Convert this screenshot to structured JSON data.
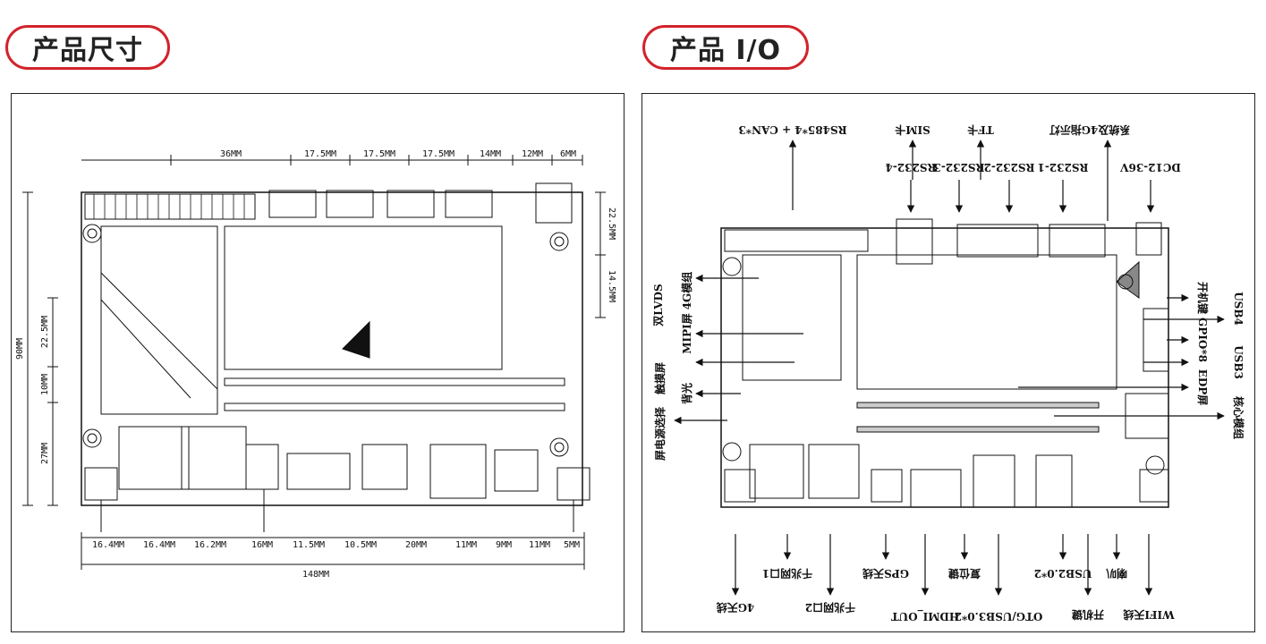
{
  "headers": {
    "left": "产品尺寸",
    "right": "产品 I/O"
  },
  "dimensions": {
    "top": [
      "36MM",
      "17.5MM",
      "17.5MM",
      "17.5MM",
      "14MM",
      "12MM",
      "6MM"
    ],
    "right": [
      "22.5MM",
      "14.5MM"
    ],
    "left_total": "90MM",
    "left": [
      "22.5MM",
      "10MM",
      "27MM"
    ],
    "bottom": [
      "16.4MM",
      "16.4MM",
      "16.2MM",
      "16MM",
      "11.5MM",
      "10.5MM",
      "20MM",
      "11MM",
      "9MM",
      "11MM",
      "5MM"
    ],
    "bottom_total": "148MM"
  },
  "io_labels": {
    "top": [
      "RS485*4 + CAN*3",
      "SIM卡",
      "TF卡",
      "系统及4G指示灯"
    ],
    "top_row2": [
      "RS232-4",
      "RS232-3",
      "RS232-2",
      "RS232-1",
      "DC12-36V"
    ],
    "left": [
      "双LVDS",
      "4G模组",
      "MIPI屏",
      "触摸屏",
      "背光",
      "屏电源选择"
    ],
    "right": [
      "开机键",
      "USB4",
      "GPIO*8",
      "USB3",
      "EDP屏",
      "核心模组"
    ],
    "bottom_row1": [
      "千兆网口1",
      "GPS天线",
      "复位键",
      "USB2.0*2",
      "喇叭"
    ],
    "bottom_row2": [
      "4G天线",
      "千兆网口2",
      "HDMI_OUT",
      "OTG/USB3.0*2",
      "开机键",
      "WIFI天线"
    ]
  }
}
